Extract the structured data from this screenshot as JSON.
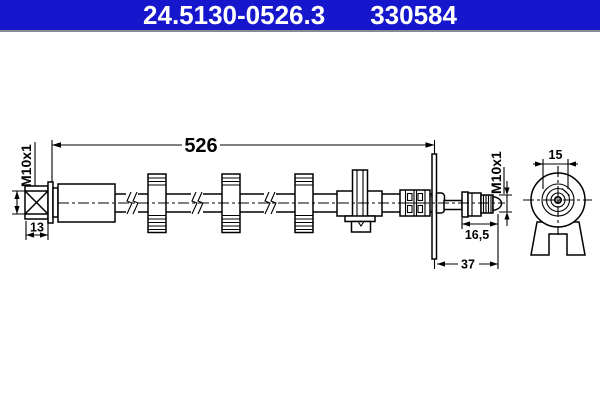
{
  "header": {
    "part_number": "24.5130-0526.3",
    "reference_number": "330584",
    "background_color": "#1616cd",
    "text_color": "#ffffff"
  },
  "drawing": {
    "description": "ATE brake hose technical line drawing, side view with end view of mounting bracket",
    "line_color": "#000000",
    "dimensions": {
      "total_length": "526",
      "left_fitting_width": "13",
      "left_thread": "M10x1",
      "right_thread": "M10x1",
      "right_fitting_length": "16,5",
      "bracket_to_tip": "37",
      "end_view_width": "15"
    }
  }
}
